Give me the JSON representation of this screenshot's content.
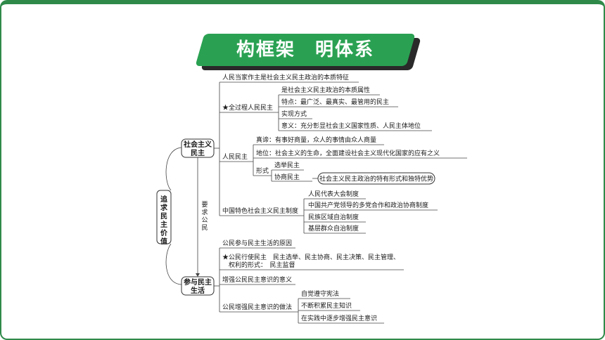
{
  "title": "构框架　明体系",
  "root": {
    "chars": [
      "追",
      "求",
      "民",
      "主",
      "价",
      "值"
    ]
  },
  "branch1": {
    "line1": "社会主义",
    "line2": "民主",
    "items": {
      "essence": "人民当家作主是社会主义民主政治的本质特征",
      "whole": "★全过程人民民主",
      "whole_sub": [
        "是社会主义民主政治的本质属性",
        "特点：最广泛、最真实、最管用的民主",
        "实现方式",
        "意义：充分彰显社会主义国家性质、人民主体地位"
      ],
      "people": "人民民主",
      "people_sub": {
        "truth": "真谛：有事好商量，众人的事情由众人商量",
        "status": "地位：社会主义的生命，全面建设社会主义现代化国家的应有之义",
        "forms": "形式",
        "forms_sub": [
          "选举民主",
          "协商民主"
        ],
        "callout": "社会主义民主政治的特有形式和独特优势"
      },
      "system": "中国特色社会主义民主制度",
      "system_sub": [
        "人民代表大会制度",
        "中国共产党领导的多党合作和政治协商制度",
        "民族区域自治制度",
        "基层群众自治制度"
      ]
    }
  },
  "link_label": [
    "要",
    "求",
    "公",
    "民"
  ],
  "branch2": {
    "line1": "参与民主",
    "line2": "生活",
    "items": {
      "reason": "公民参与民主生活的原因",
      "exercise_line1": "★公民行使民主　民主选举、民主协商、民主决策、民主管理、",
      "exercise_line2": "　权利的形式：　民主监督",
      "awareness": "增强公民民主意识的意义",
      "methods": "公民增强民主意识的做法",
      "methods_sub": [
        "自觉遵守宪法",
        "不断积累民主知识",
        "在实践中逐步增强民主意识"
      ]
    }
  }
}
